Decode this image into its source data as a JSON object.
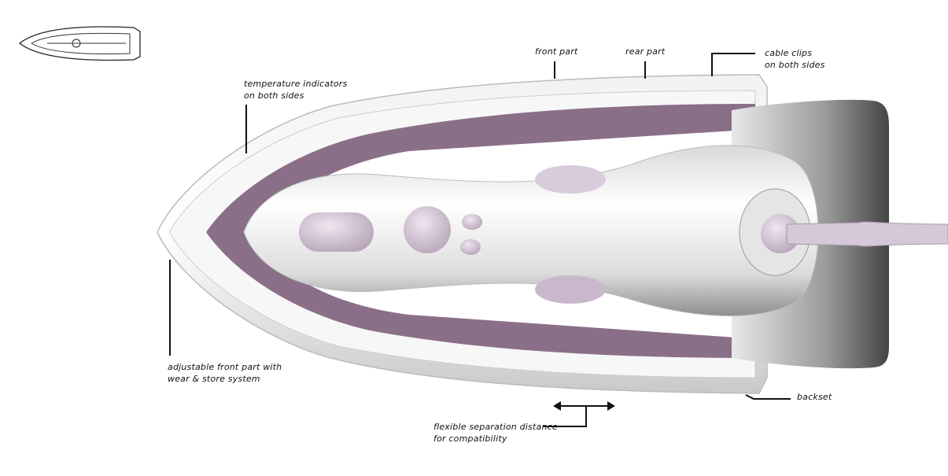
{
  "labels": {
    "front_part": "front part",
    "rear_part": "rear part",
    "cable_clips": [
      "cable clips",
      "on both sides"
    ],
    "temperature_indicators": [
      "temperature indicators",
      "on both sides"
    ],
    "adjustable_front": [
      "adjustable front part with",
      "wear & store system"
    ],
    "backset": "backset",
    "flexible_separation": [
      "flexible separation distance",
      "for compatibility"
    ]
  },
  "colors": {
    "accent_purple": "#8a6f88",
    "button_lilac": "#d8cbdc",
    "line": "#111111"
  }
}
